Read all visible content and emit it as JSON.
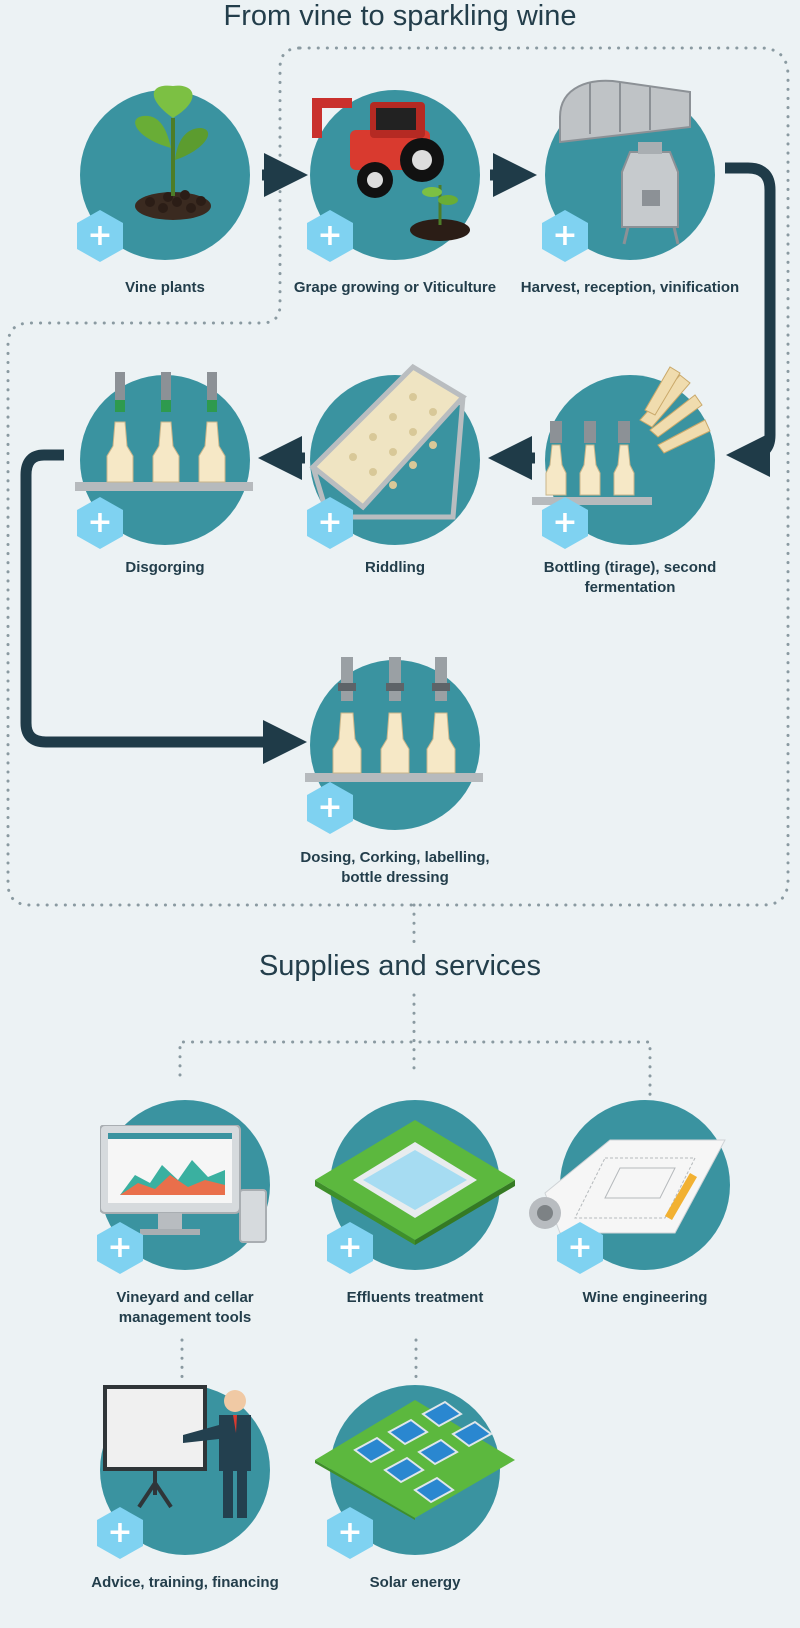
{
  "title": "From vine to sparkling wine",
  "services_title": "Supplies and services",
  "plus_symbol": "+",
  "process_steps": [
    {
      "label": "Vine plants",
      "icon": "vine-plant-icon"
    },
    {
      "label": "Grape growing or Viticulture",
      "icon": "tractor-icon"
    },
    {
      "label": "Harvest, reception, vinification",
      "icon": "winery-equipment-icon"
    },
    {
      "label": "Bottling (tirage), second fermentation",
      "icon": "bottling-icon"
    },
    {
      "label": "Riddling",
      "icon": "riddling-rack-icon"
    },
    {
      "label": "Disgorging",
      "icon": "disgorging-icon"
    },
    {
      "label": "Dosing, Corking, labelling, bottle dressing",
      "icon": "corking-icon"
    }
  ],
  "services": [
    {
      "label": "Vineyard and cellar management tools",
      "icon": "computer-icon"
    },
    {
      "label": "Effluents treatment",
      "icon": "water-basin-icon"
    },
    {
      "label": "Wine engineering",
      "icon": "blueprint-icon"
    },
    {
      "label": "Advice, training, financing",
      "icon": "presenter-icon"
    },
    {
      "label": "Solar energy",
      "icon": "solar-panel-icon"
    }
  ],
  "colors": {
    "background": "#ecf2f4",
    "disc": "#3a93a0",
    "plus": "#7fd2f1",
    "arrow": "#1f3b48",
    "text": "#233e4b"
  }
}
